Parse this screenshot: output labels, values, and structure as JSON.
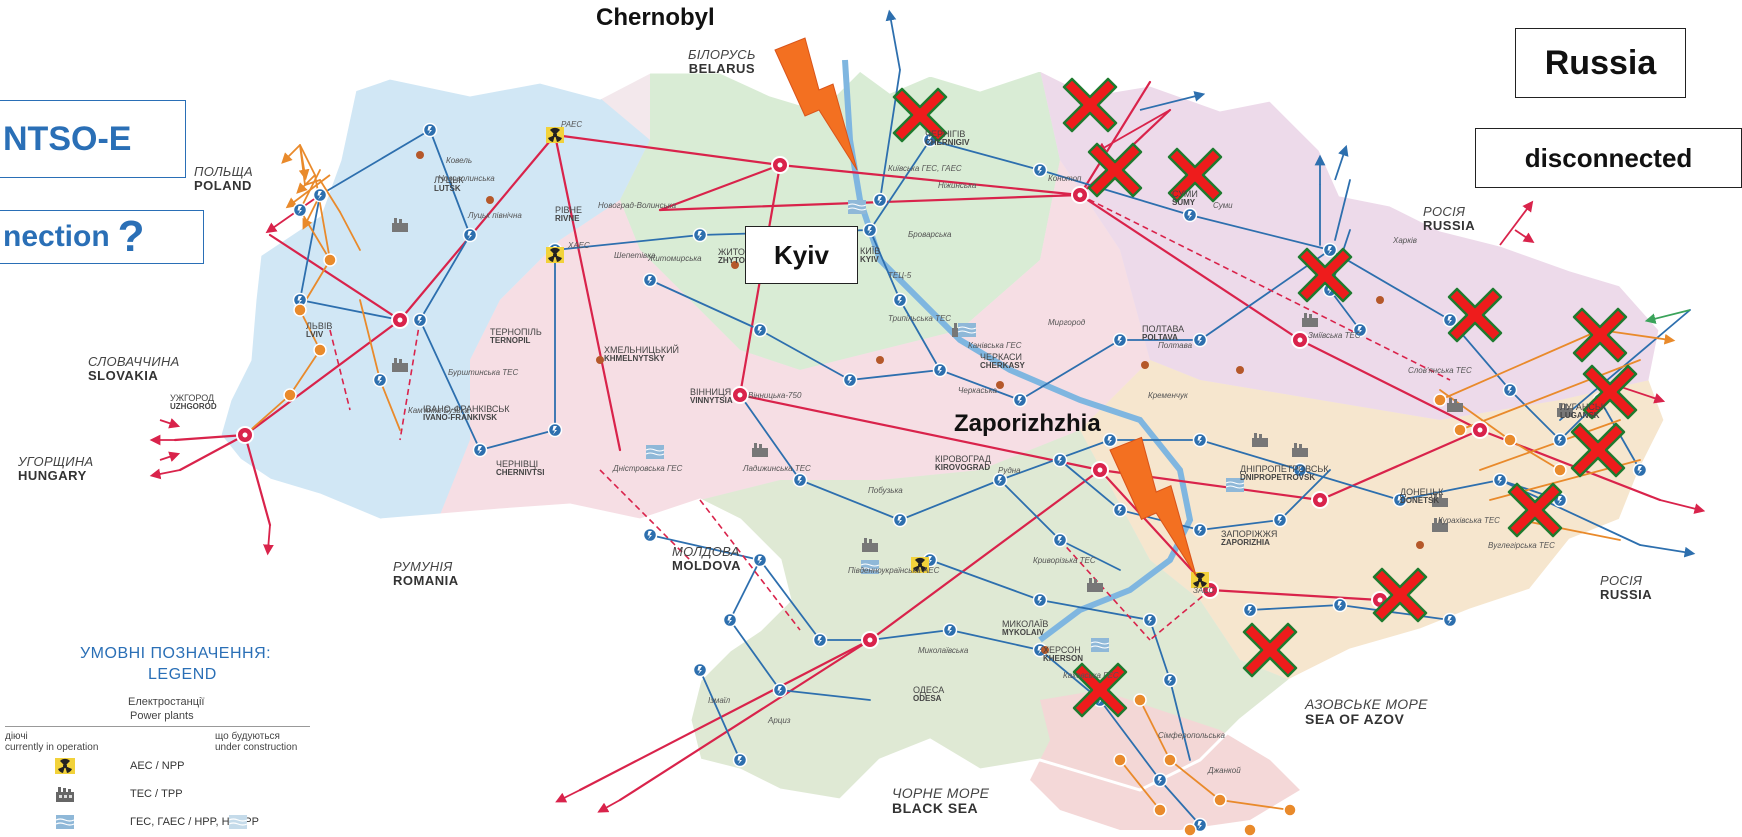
{
  "annotations": {
    "chernobyl": "Chernobyl",
    "zaporizhzhia": "Zaporizhzhia",
    "kyiv": "Kyiv",
    "russia_box": "Russia",
    "disconnected_box": "disconnected",
    "entsoe_box": "NTSO-E",
    "connection_box": "nection",
    "connection_q": "?"
  },
  "countries": [
    {
      "ua": "БІЛОРУСЬ",
      "en": "BELARUS"
    },
    {
      "ua": "ПОЛЬЩА",
      "en": "POLAND"
    },
    {
      "ua": "СЛОВАЧЧИНА",
      "en": "SLOVAKIA"
    },
    {
      "ua": "УГОРЩИНА",
      "en": "HUNGARY"
    },
    {
      "ua": "РУМУНІЯ",
      "en": "ROMANIA"
    },
    {
      "ua": "МОЛДОВА",
      "en": "MOLDOVA"
    },
    {
      "ua": "РОСІЯ",
      "en": "RUSSIA"
    },
    {
      "ua": "РОСІЯ",
      "en": "RUSSIA"
    }
  ],
  "seas": [
    {
      "ua": "АЗОВСЬКЕ МОРЕ",
      "en": "SEA OF AZOV"
    },
    {
      "ua": "ЧОРНЕ МОРЕ",
      "en": "BLACK SEA"
    }
  ],
  "cities": [
    {
      "ua": "ЧЕРНІГІВ",
      "en": "CHERNIGIV"
    },
    {
      "ua": "СУМИ",
      "en": "SUMY"
    },
    {
      "ua": "ЛУЦЬК",
      "en": "LUTSK"
    },
    {
      "ua": "РІВНЕ",
      "en": "RIVNE"
    },
    {
      "ua": "ЛЬВІВ",
      "en": "LVIV"
    },
    {
      "ua": "ЖИТОМИР",
      "en": "ZHYTOMYR"
    },
    {
      "ua": "КИЇВ",
      "en": "KYIV"
    },
    {
      "ua": "ТЕРНОПІЛЬ",
      "en": "TERNOPIL"
    },
    {
      "ua": "ХМЕЛЬНИЦЬКИЙ",
      "en": "KHMELNYTSKY"
    },
    {
      "ua": "ВІННИЦЯ",
      "en": "VINNYTSIA"
    },
    {
      "ua": "ЧЕРКАСИ",
      "en": "CHERKASY"
    },
    {
      "ua": "ПОЛТАВА",
      "en": "POLTAVA"
    },
    {
      "ua": "УЖГОРОД",
      "en": "UZHGOROD"
    },
    {
      "ua": "ІВАНО-ФРАНКІВСЬК",
      "en": "IVANO-FRANKIVSK"
    },
    {
      "ua": "ЧЕРНІВЦІ",
      "en": "CHERNIVTSI"
    },
    {
      "ua": "КІРОВОГРАД",
      "en": "KIROVOGRAD"
    },
    {
      "ua": "ДНІПРОПЕТРОВСЬК",
      "en": "DNIPROPETROVSK"
    },
    {
      "ua": "ЗАПОРІЖЖЯ",
      "en": "ZAPORIZHIA"
    },
    {
      "ua": "ДОНЕЦЬК",
      "en": "DONETSK"
    },
    {
      "ua": "ЛУГАНСЬК",
      "en": "LUGANSK"
    },
    {
      "ua": "МИКОЛАЇВ",
      "en": "MYKOLAIV"
    },
    {
      "ua": "ХЕРСОН",
      "en": "KHERSON"
    },
    {
      "ua": "ОДЕСА",
      "en": "ODESA"
    }
  ],
  "small_labels": [
    "РАЕС",
    "ХАЕС",
    "Ковель",
    "Луцьк північна",
    "Нововолинська",
    "Новоград-Волинська",
    "Шепетівка",
    "Житомирська",
    "Київська ГЕС, ГАЕС",
    "ТЕЦ-5",
    "Броварська",
    "Ніжинська",
    "Конотоп",
    "Суми",
    "Полтава",
    "Миргород",
    "Кременчук",
    "Черкаська",
    "Канівська ГЕС",
    "Трипільська ТЕС",
    "Бурштинська ТЕС",
    "Ладижинська ТЕС",
    "Дністровська ГЕС",
    "Вінницька-750",
    "Побузька",
    "Рудна",
    "Південноукраїнська АЕС",
    "Криворізька ТЕС",
    "ЗАЕС",
    "Миколаївська",
    "Каховська ГЕС",
    "Арциз",
    "Ізмаїл",
    "Курахівська ТЕС",
    "Вуглегірська ТЕС",
    "Слов'янська ТЕС",
    "Зміївська ТЕС",
    "Харків",
    "Джанкой",
    "Сімферопольська",
    "Кам'янка-Бузька"
  ],
  "legend": {
    "title_ua": "УМОВНІ ПОЗНАЧЕННЯ:",
    "title_en": "LEGEND",
    "sub_ua": "Електростанції",
    "sub_en": "Power plants",
    "col_a_ua": "діючі",
    "col_a_en": "currently in operation",
    "col_b_ua": "що будуються",
    "col_b_en": "under construction",
    "items": [
      {
        "label": "АЕС / NPP",
        "icon": "radiation-icon"
      },
      {
        "label": "ТЕС / TPP",
        "icon": "factory-icon"
      },
      {
        "label": "ГЕС, ГАЕС / HPP, HPSPP",
        "icon": "hydro-icon"
      }
    ]
  },
  "colors": {
    "west": "#cfe7f5",
    "north": "#d7ecd4",
    "east": "#ecd9ea",
    "center": "#f6dde4",
    "south": "#dde9d3",
    "southeast": "#f5e6cc",
    "crimea": "#f3d6d6",
    "line_blue": "#2d6fae",
    "line_red": "#d9234b",
    "line_orange": "#e98a2b",
    "cross_red": "#ee1c1c",
    "cross_outline": "#1e7a2e",
    "bolt": "#f37021",
    "accent_blue": "#2a6fb6"
  }
}
